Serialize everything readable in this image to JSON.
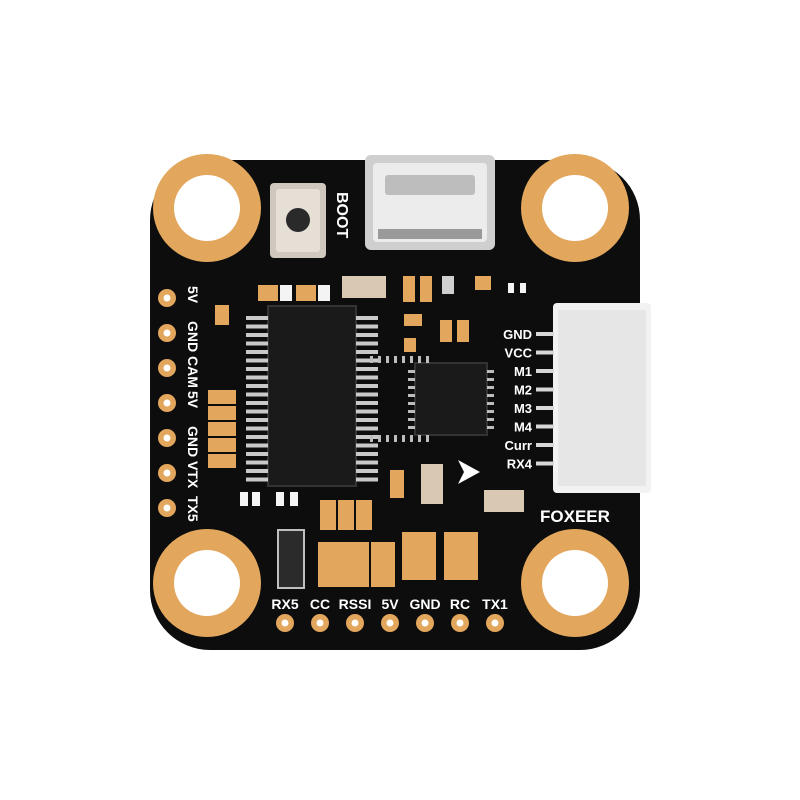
{
  "board": {
    "brand": "FOXEER",
    "boot_label": "BOOT",
    "colors": {
      "pcb": "#0d0d0d",
      "pad": "#e2a65d",
      "pad_dark": "#c7853d",
      "silk": "#ffffff",
      "connector": "#f2f2f2",
      "chip": "#1a1a1a",
      "usb": "#d9d9d9"
    },
    "left_pads": [
      "5V",
      "GND",
      "CAM",
      "5V",
      "GND",
      "VTX",
      "TX5"
    ],
    "bottom_pads": [
      "RX5",
      "CC",
      "RSSI",
      "5V",
      "GND",
      "RC",
      "TX1"
    ],
    "connector_pins": [
      "GND",
      "VCC",
      "M1",
      "M2",
      "M3",
      "M4",
      "Curr",
      "RX4"
    ]
  }
}
